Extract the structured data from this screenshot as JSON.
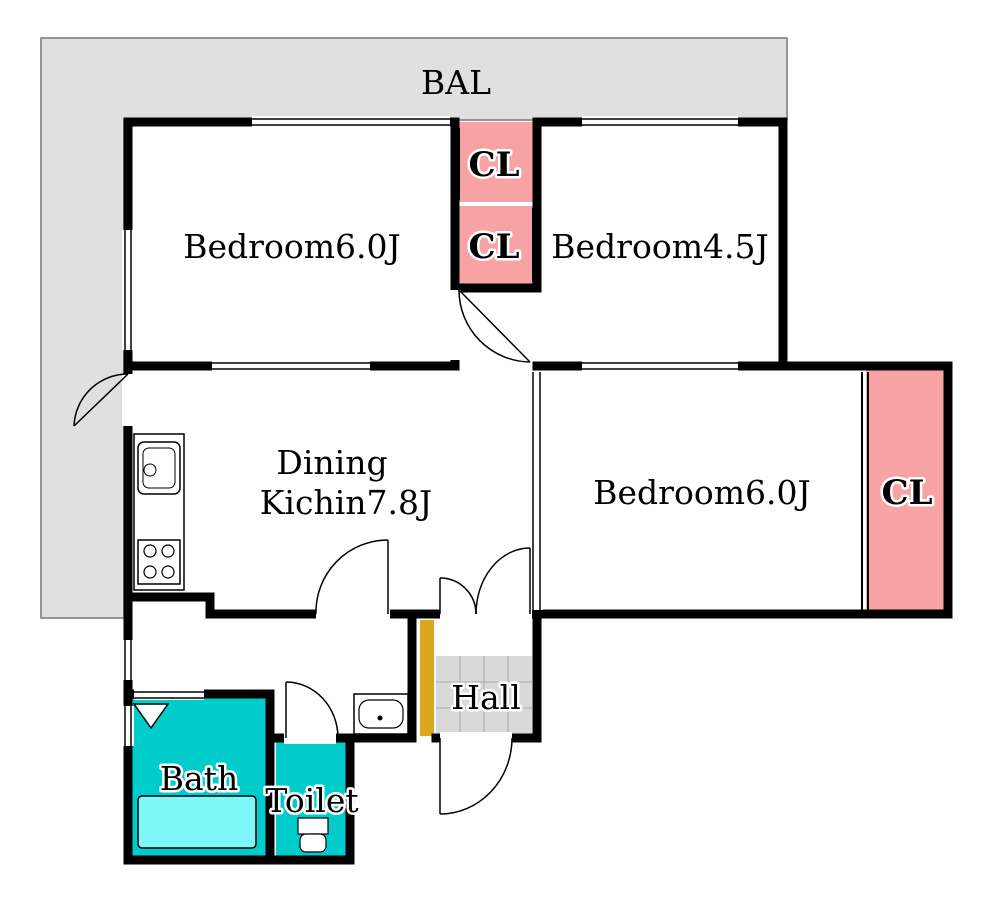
{
  "labels": {
    "balcony": "BAL",
    "bedroom_a": "Bedroom6.0J",
    "bedroom_b": "Bedroom4.5J",
    "bedroom_c": "Bedroom6.0J",
    "closet_1": "CL",
    "closet_2": "CL",
    "closet_3": "CL",
    "dining_line1": "Dining",
    "dining_line2": "Kichin7.8J",
    "hall": "Hall",
    "bath": "Bath",
    "toilet": "Toilet"
  },
  "colors": {
    "balcony": "#e0e0e0",
    "closet": "#f7a3a6",
    "bath": "#00cccc",
    "tub": "#7ff7f9",
    "toilet": "#00cccc",
    "hall_floor": "#d9d9d9",
    "shoe_cabinet": "#d9a820",
    "wall": "#000000"
  }
}
